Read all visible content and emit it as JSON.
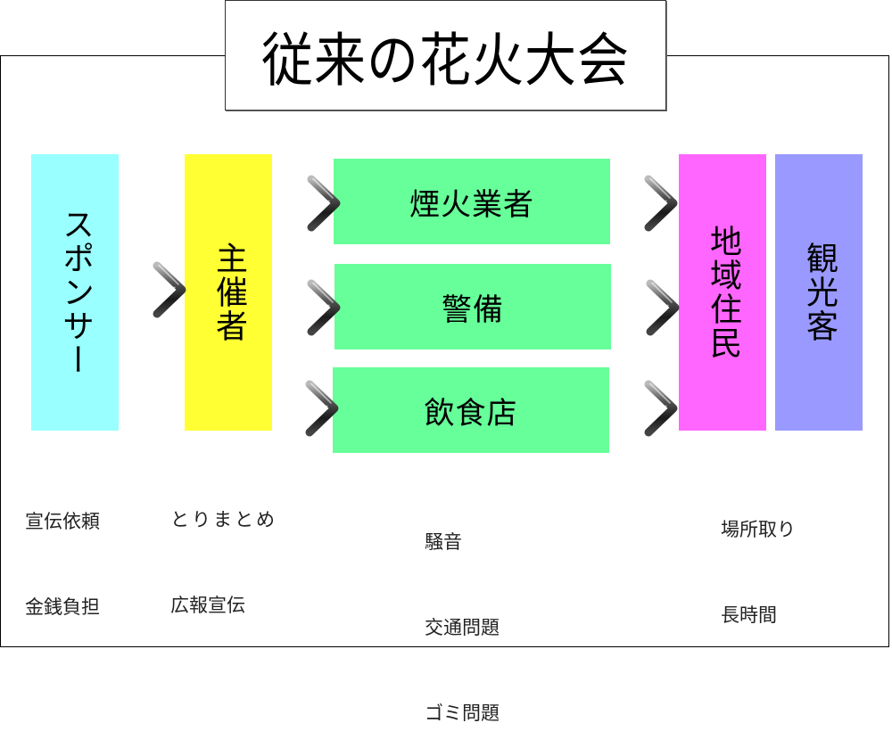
{
  "title": "従来の花火大会",
  "colors": {
    "sponsor": "#99FFFF",
    "organizer": "#FFFF33",
    "vendors": "#66FF99",
    "residents": "#FF66FF",
    "tourists": "#9999FF",
    "arrow": "#333333"
  },
  "nodes": {
    "sponsor": "スポンサー",
    "organizer": "主催者",
    "fireworks_vendor": "煙火業者",
    "security": "警備",
    "food_stalls": "飲食店",
    "residents": "地域住民",
    "tourists": "観光客"
  },
  "notes": {
    "sponsor": [
      "宣伝依頼",
      "金銭負担"
    ],
    "organizer": [
      "とりまとめ",
      "広報宣伝"
    ],
    "vendors": [
      "騒音",
      "交通問題",
      "ゴミ問題"
    ],
    "residents": [
      "場所取り",
      "長時間"
    ]
  },
  "edges": [
    {
      "from": "スポンサー",
      "to": "主催者"
    },
    {
      "from": "主催者",
      "to": "煙火業者"
    },
    {
      "from": "主催者",
      "to": "警備"
    },
    {
      "from": "主催者",
      "to": "飲食店"
    },
    {
      "from": "煙火業者",
      "to": "地域住民"
    },
    {
      "from": "警備",
      "to": "地域住民"
    },
    {
      "from": "飲食店",
      "to": "地域住民"
    }
  ]
}
